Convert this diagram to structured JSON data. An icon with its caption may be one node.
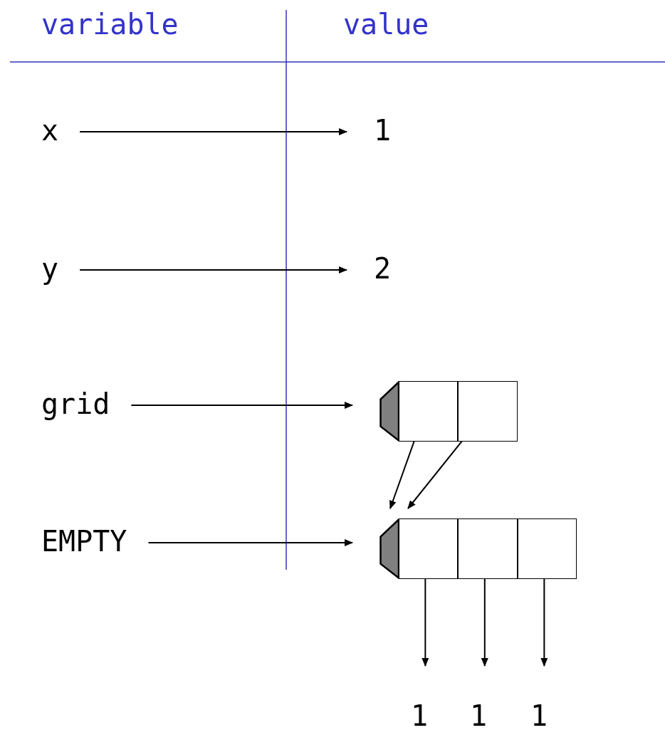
{
  "diagram": {
    "nodes": [
      {
        "text": [
          "x"
        ]
      },
      {
        "text": [
          "y"
        ]
      },
      {
        "text": [
          "grid"
        ]
      },
      {
        "text": [
          "EMPTY"
        ]
      },
      {
        "text": [
          "1"
        ]
      },
      {
        "text": [
          "2"
        ]
      },
      {
        "text": [],
        "shape": "trapezoid"
      },
      {
        "text": [],
        "shape": "box"
      },
      {
        "text": [],
        "shape": "box"
      },
      {
        "text": [],
        "shape": "trapezoid"
      },
      {
        "text": [],
        "shape": "box"
      },
      {
        "text": [],
        "shape": "box"
      },
      {
        "text": [],
        "shape": "box"
      },
      {
        "text": [
          "1"
        ]
      },
      {
        "text": [
          "1"
        ]
      },
      {
        "text": [
          "1"
        ]
      }
    ],
    "edges": [
      {
        "from": 0,
        "to": 4,
        "arrow": "to"
      },
      {
        "from": 1,
        "to": 5,
        "arrow": "to"
      },
      {
        "from": 2,
        "to": 6,
        "arrow": "to"
      },
      {
        "from": 3,
        "to": 9,
        "arrow": "to"
      },
      {
        "from": 7,
        "to": 9,
        "arrow": "to"
      },
      {
        "from": 8,
        "to": 9,
        "arrow": "to"
      },
      {
        "from": 10,
        "to": 13,
        "arrow": "to"
      },
      {
        "from": 11,
        "to": 14,
        "arrow": "to"
      },
      {
        "from": 12,
        "to": 15,
        "arrow": "to"
      }
    ],
    "labels": [
      "variable",
      "value"
    ]
  }
}
